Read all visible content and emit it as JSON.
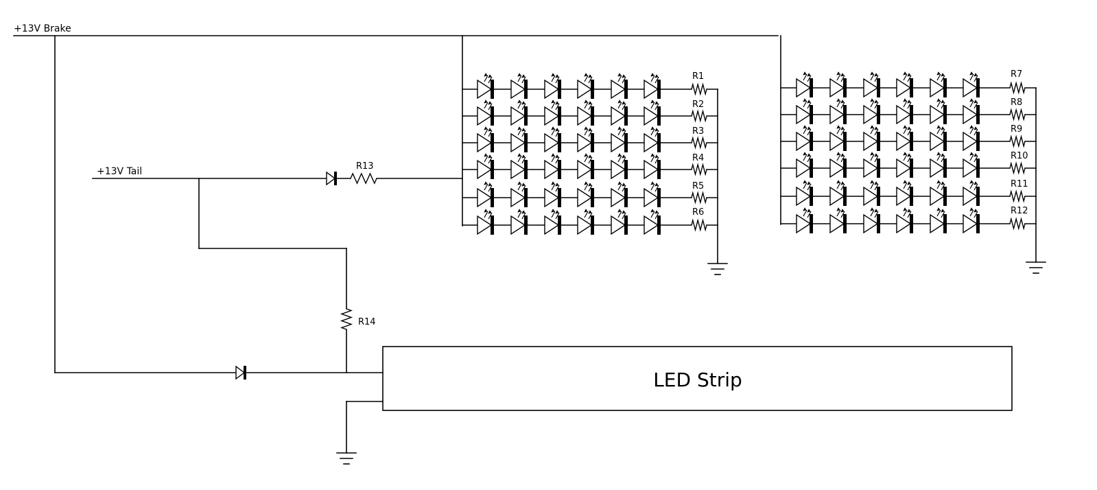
{
  "labels": {
    "brake": "+13V Brake",
    "tail": "+13V Tail",
    "led_strip": "LED Strip"
  },
  "resistors": {
    "r1": "R1",
    "r2": "R2",
    "r3": "R3",
    "r4": "R4",
    "r5": "R5",
    "r6": "R6",
    "r7": "R7",
    "r8": "R8",
    "r9": "R9",
    "r10": "R10",
    "r11": "R11",
    "r12": "R12",
    "r13": "R13",
    "r14": "R14"
  },
  "led_array": {
    "banks": 2,
    "rows_per_bank": 6,
    "leds_per_row": 6
  },
  "icons": {
    "led": "led-icon",
    "diode": "diode-icon",
    "resistor": "resistor-icon",
    "ground": "ground-icon"
  }
}
